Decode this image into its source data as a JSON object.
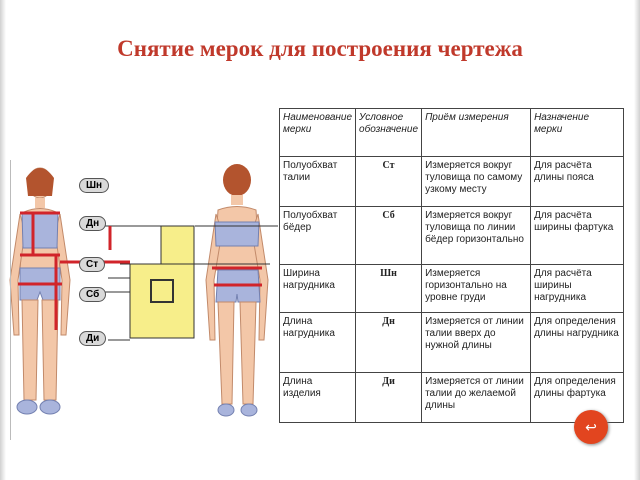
{
  "title": "Снятие  мерок  для  построения чертежа",
  "badges": [
    "Шн",
    "Дн",
    "Ст",
    "Сб",
    "Ди"
  ],
  "table": {
    "headers": [
      "Наименование мерки",
      "Условное обозначение",
      "Приём измерения",
      "Назначение мерки"
    ],
    "rows": [
      [
        "Полуобхват талии",
        "Ст",
        "Измеряется вокруг туловища по самому узкому месту",
        "Для расчёта длины пояса"
      ],
      [
        "Полуобхват бёдер",
        "Сб",
        "Измеряется вокруг туловища по линии бёдер горизонтально",
        "Для расчёта ширины фартука"
      ],
      [
        "Ширина нагрудника",
        "Шн",
        "Измеряется горизонтально на уровне груди",
        "Для расчёта ширины нагрудника"
      ],
      [
        "Длина нагрудника",
        "Дн",
        "Измеряется от линии талии вверх до нужной длины",
        "Для определения длины нагрудника"
      ],
      [
        "Длина изделия",
        "Ди",
        "Измеряется от линии талии до желаемой длины",
        "Для определения длины фартука"
      ]
    ]
  },
  "nav_icon": "back-arrow-icon"
}
